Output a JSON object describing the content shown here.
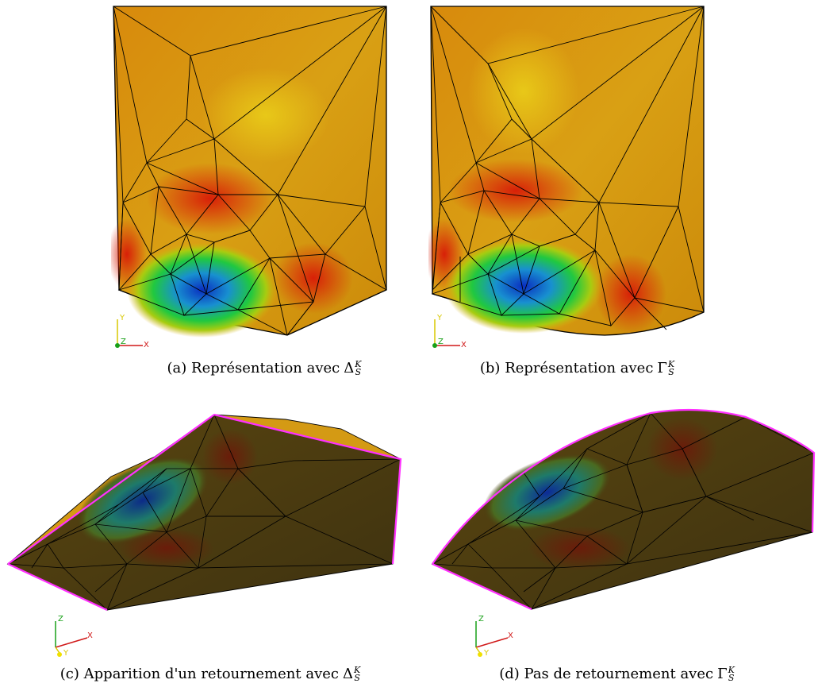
{
  "figure": {
    "panels": [
      {
        "id": "a",
        "caption_prefix": "(a)",
        "caption_text": "Représentation avec",
        "symbol": "Δ",
        "sup": "K",
        "sub": "S"
      },
      {
        "id": "b",
        "caption_prefix": "(b)",
        "caption_text": "Représentation avec",
        "symbol": "Γ",
        "sup": "K",
        "sub": "S"
      },
      {
        "id": "c",
        "caption_prefix": "(c)",
        "caption_text": "Apparition d'un retournement avec",
        "symbol": "Δ",
        "sup": "K",
        "sub": "S"
      },
      {
        "id": "d",
        "caption_prefix": "(d)",
        "caption_text": "Pas de retournement avec",
        "symbol": "Γ",
        "sup": "K",
        "sub": "S"
      }
    ],
    "axes_top": {
      "y": "Y",
      "x": "X",
      "z": "Z"
    },
    "axes_bottom": {
      "z": "Z",
      "x": "X",
      "y": "Y"
    },
    "colors": {
      "orange": "#d99a10",
      "red": "#d22a08",
      "green": "#1fc03a",
      "blue": "#1040c8",
      "dark_olive": "#4a3a10",
      "magenta_edge": "#ff30ff",
      "axis_x": "#d01818",
      "axis_y": "#d8c800",
      "axis_z": "#18a018"
    }
  }
}
